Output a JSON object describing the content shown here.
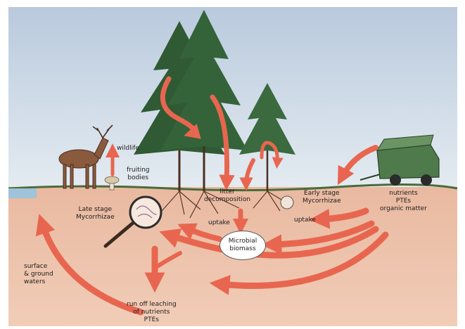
{
  "labels": {
    "wildlife": "wildlife",
    "fruiting_bodies": "fruiting\nbodies",
    "late_stage_mycorrhizae": "Late stage\nMycorrhizae",
    "litter_decomposition": "litter\ndecomposition",
    "uptake_center": "uptake",
    "uptake_right": "uptake",
    "early_stage_mycorrhizae": "Early stage\nMycorrhizae",
    "inputs": "nutrients\nPTEs\norganic matter",
    "microbial_biomass": "Microbial\nbiomass",
    "surface_ground_waters": "surface\n& ground\nwaters",
    "run_off_leaching": "run off leaching\nof nutrients\nPTEs"
  },
  "colors": {
    "arrow": "#e8664f",
    "sky": "#c9d6e4",
    "soil": "#e7b59c",
    "tree": "#2f5a33",
    "machine": "#4f7a4c"
  }
}
